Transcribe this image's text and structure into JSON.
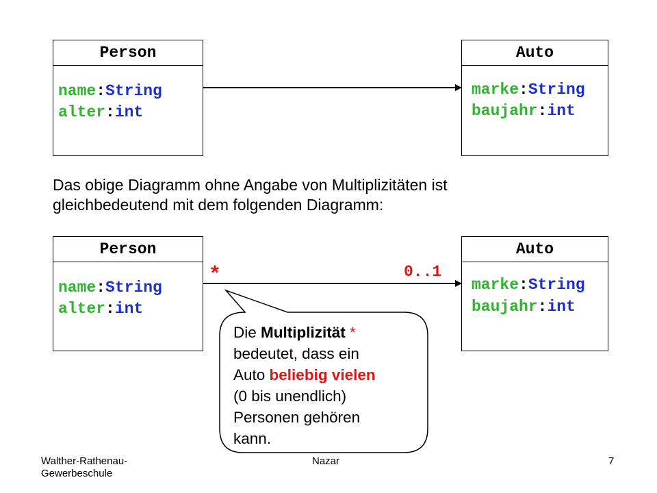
{
  "top": {
    "person": {
      "title": "Person",
      "attrs": [
        {
          "name": "name",
          "type": "String"
        },
        {
          "name": "alter",
          "type": "int"
        }
      ]
    },
    "auto": {
      "title": "Auto",
      "attrs": [
        {
          "name": "marke",
          "type": "String"
        },
        {
          "name": "baujahr",
          "type": "int"
        }
      ]
    }
  },
  "explanation": {
    "line1": "Das obige Diagramm ohne Angabe von Multiplizitäten ist",
    "line2": "gleichbedeutend mit dem folgenden Diagramm:"
  },
  "bottom": {
    "person": {
      "title": "Person",
      "attrs": [
        {
          "name": "name",
          "type": "String"
        },
        {
          "name": "alter",
          "type": "int"
        }
      ]
    },
    "auto": {
      "title": "Auto",
      "attrs": [
        {
          "name": "marke",
          "type": "String"
        },
        {
          "name": "baujahr",
          "type": "int"
        }
      ]
    },
    "multiplicity_person": "*",
    "multiplicity_auto": "0..1"
  },
  "callout": {
    "l1_a": "Die ",
    "l1_b": "Multiplizität",
    "l1_c": " *",
    "l2": "bedeutet, dass ein",
    "l3_a": "Auto ",
    "l3_b": "beliebig vielen",
    "l4": "(0 bis unendlich)",
    "l5": "Personen gehören",
    "l6": "kann."
  },
  "footer": {
    "left_line1": "Walther-Rathenau-",
    "left_line2": "Gewerbeschule",
    "center": "Nazar",
    "page": "7"
  },
  "colors": {
    "attr_name": "#2db52d",
    "attr_type": "#1b2fd0",
    "highlight": "#e01515"
  }
}
